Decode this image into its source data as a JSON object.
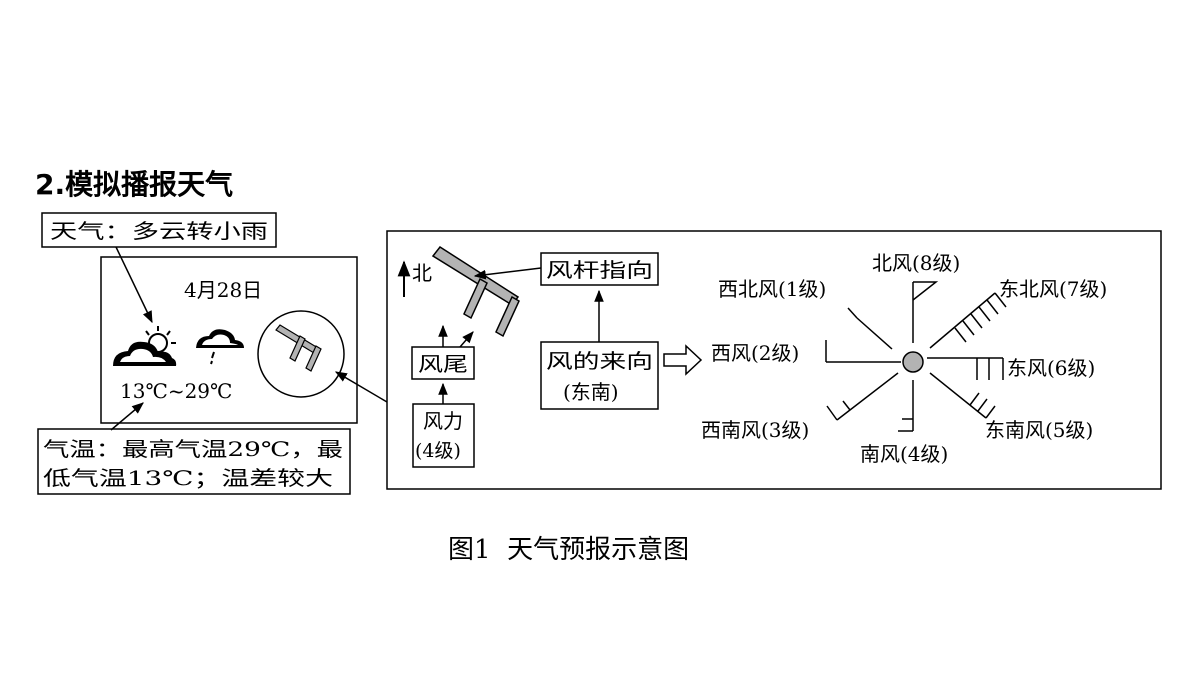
{
  "section_title": "2.模拟播报天气",
  "callouts": {
    "weather": "天气：多云转小雨",
    "temperature_line1": "气温：最高气温29℃，最",
    "temperature_line2": "低气温13℃；温差较大"
  },
  "forecast_card": {
    "date": "4月28日",
    "temperature_range": "13℃~29℃",
    "icons": [
      "partly-cloudy-sun-icon",
      "rain-cloud-icon",
      "wind-barb-icon"
    ]
  },
  "wind_diagram": {
    "north_label": "北",
    "shaft_direction_label": "风杆指向",
    "tail_label": "风尾",
    "force_label_line1": "风力",
    "force_label_line2": "(4级)",
    "origin_label_line1": "风的来向",
    "origin_label_line2": "(东南)"
  },
  "wind_rose": {
    "north": "北风(8级)",
    "northwest": "西北风(1级)",
    "northeast": "东北风(7级)",
    "west": "西风(2级)",
    "east": "东风(6级)",
    "southwest": "西南风(3级)",
    "southeast": "东南风(5级)",
    "south": "南风(4级)"
  },
  "caption": "图1  天气预报示意图",
  "colors": {
    "line": "#000000",
    "barb_fill": "#b3b3b3",
    "center_dot": "#b3b3b3",
    "background": "#ffffff"
  }
}
